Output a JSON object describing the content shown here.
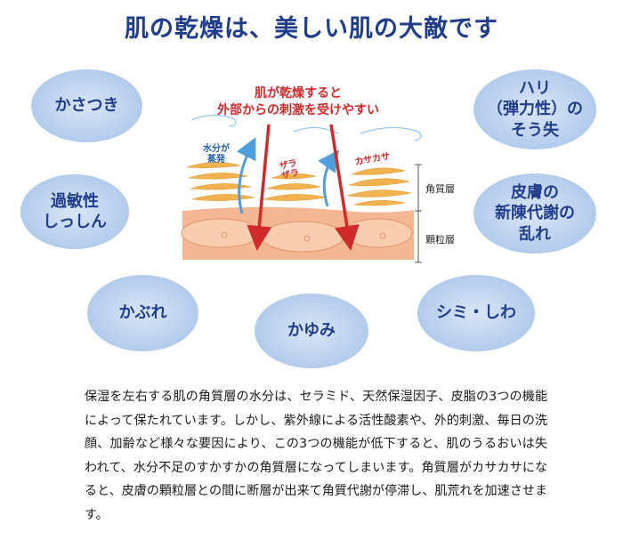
{
  "title": "肌の乾燥は、美しい肌の大敵です",
  "bubbles": {
    "kasatsuki": "かさつき",
    "hari": "ハリ\n（弾力性）の\nそう失",
    "kabinsei": "過敏性\nしっしん",
    "hifu": "皮膚の\n新陳代謝の\n乱れ",
    "kabure": "かぶれ",
    "kayumi": "かゆみ",
    "shimi": "シミ・しわ"
  },
  "diagram": {
    "warning_line1": "肌が乾燥すると",
    "warning_line2": "外部からの刺激を受けやすい",
    "evaporate": "水分が\n蒸発",
    "zara": "ザラ\nザラ",
    "kasa": "カサカサ",
    "layer_top": "角質層",
    "layer_bottom": "顆粒層"
  },
  "colors": {
    "title": "#1f3d8a",
    "bubble": "#b9cfee",
    "warning": "#d12a2a",
    "arrow_water": "#4f9fde",
    "skin": "#f3b793",
    "flake": "#f2b24f"
  },
  "body_text": "保湿を左右する肌の角質層の水分は、セラミド、天然保湿因子、皮脂の3つの機能によって保たれています。しかし、紫外線による活性酸素や、外的刺激、毎日の洗顔、加齢など様々な要因により、この3つの機能が低下すると、肌のうるおいは失われて、水分不足のすかすかの角質層になってしまいます。角質層がカサカサになると、皮膚の顆粒層との間に断層が出来て角質代謝が停滞し、肌荒れを加速させます。"
}
